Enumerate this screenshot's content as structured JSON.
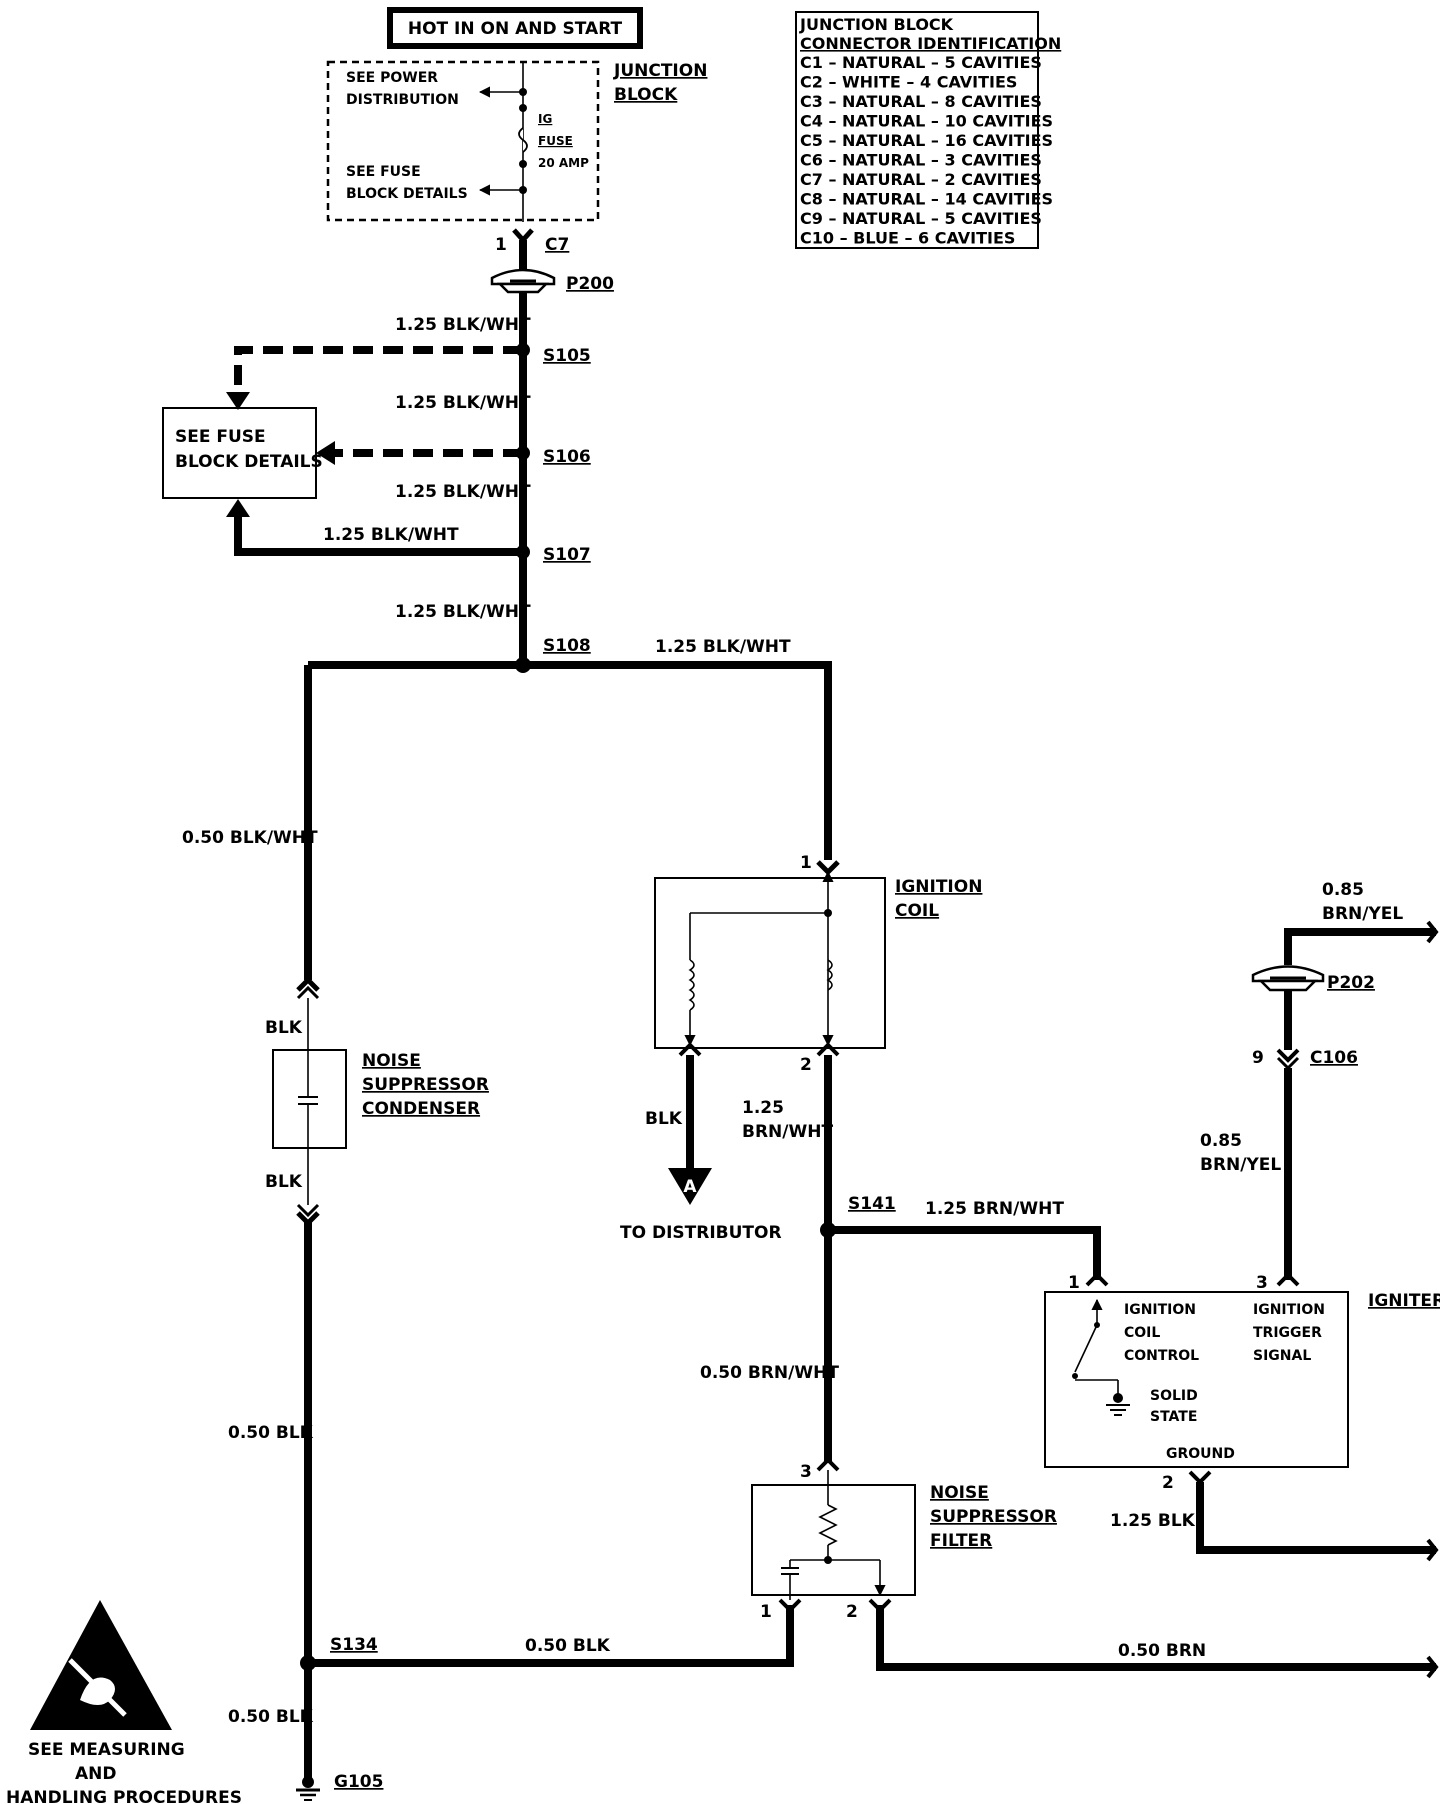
{
  "banner": "HOT IN ON AND START",
  "junction_block": {
    "title": "JUNCTION BLOCK",
    "see_power_1": "SEE POWER",
    "see_power_2": "DISTRIBUTION",
    "see_fuse_1": "SEE FUSE",
    "see_fuse_2": "BLOCK DETAILS",
    "fuse_name_1": "IG",
    "fuse_name_2": "FUSE",
    "fuse_rating": "20 AMP",
    "connector_pin": "1",
    "connector": "C7"
  },
  "connector_table": {
    "title_1": "JUNCTION BLOCK",
    "title_2": "CONNECTOR IDENTIFICATION",
    "rows": [
      "C1 – NATURAL – 5 CAVITIES",
      "C2 – WHITE – 4 CAVITIES",
      "C3 – NATURAL – 8 CAVITIES",
      "C4 – NATURAL – 10 CAVITIES",
      "C5 – NATURAL – 16 CAVITIES",
      "C6 – NATURAL – 3 CAVITIES",
      "C7 – NATURAL – 2 CAVITIES",
      "C8 – NATURAL – 14 CAVITIES",
      "C9 – NATURAL – 5 CAVITIES",
      "C10 – BLUE – 6 CAVITIES"
    ]
  },
  "pass_through": {
    "p200": "P200",
    "p202": "P202"
  },
  "splices": {
    "s105": "S105",
    "s106": "S106",
    "s107": "S107",
    "s108": "S108",
    "s141": "S141",
    "s134": "S134"
  },
  "fuse_block_box": {
    "line1": "SEE FUSE",
    "line2": "BLOCK DETAILS"
  },
  "wires": {
    "blkwht_125": "1.25 BLK/WHT",
    "blkwht_050": "0.50 BLK/WHT",
    "blk": "BLK",
    "blk_050": "0.50 BLK",
    "blk_125": "1.25 BLK",
    "brnwht_125_a": "1.25",
    "brnwht_125_b": "BRN/WHT",
    "brnwht_125": "1.25 BRN/WHT",
    "brnwht_050": "0.50 BRN/WHT",
    "brnyel_085_a": "0.85",
    "brnyel_085_b": "BRN/YEL",
    "brn_050": "0.50 BRN"
  },
  "ignition_coil": {
    "name_1": "IGNITION",
    "name_2": "COIL",
    "pin1": "1",
    "pin2": "2"
  },
  "distributor": {
    "ref": "A",
    "label": "TO DISTRIBUTOR"
  },
  "condenser": {
    "name_1": "NOISE",
    "name_2": "SUPPRESSOR",
    "name_3": "CONDENSER"
  },
  "filter": {
    "name_1": "NOISE",
    "name_2": "SUPPRESSOR",
    "name_3": "FILTER",
    "pin1": "1",
    "pin2": "2",
    "pin3": "3"
  },
  "igniter": {
    "name": "IGNITER",
    "coil_ctrl_1": "IGNITION",
    "coil_ctrl_2": "COIL",
    "coil_ctrl_3": "CONTROL",
    "trigger_1": "IGNITION",
    "trigger_2": "TRIGGER",
    "trigger_3": "SIGNAL",
    "solid_1": "SOLID",
    "solid_2": "STATE",
    "ground": "GROUND",
    "pin1": "1",
    "pin2": "2",
    "pin3": "3"
  },
  "c106": {
    "pin": "9",
    "name": "C106"
  },
  "ground": {
    "name": "G105"
  },
  "esd": {
    "line1": "SEE   MEASURING",
    "line2": "AND",
    "line3": "HANDLING PROCEDURES"
  }
}
